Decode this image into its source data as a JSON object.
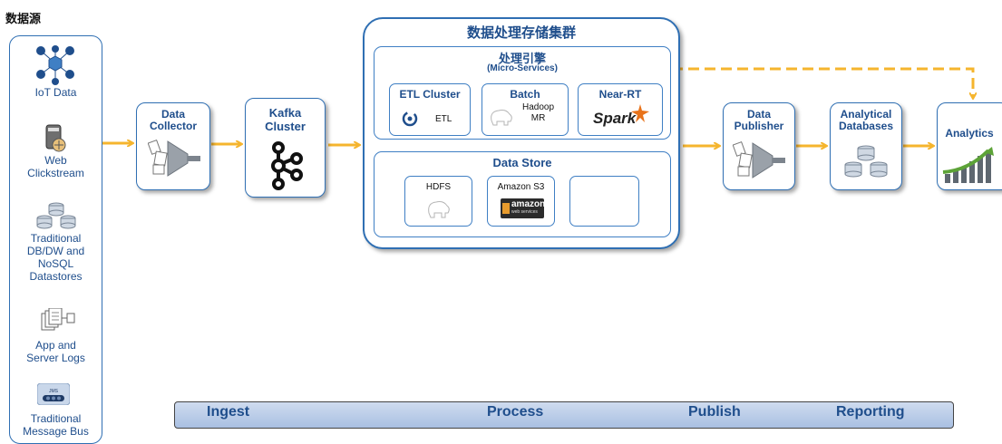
{
  "header": {
    "data_sources_title": "数据源"
  },
  "sources": [
    {
      "label": "IoT Data",
      "icon": "iot-network-icon"
    },
    {
      "label": "Web\nClickstream",
      "icon": "web-server-icon"
    },
    {
      "label": "Traditional\nDB/DW and\nNoSQL\nDatastores",
      "icon": "database-cluster-icon"
    },
    {
      "label": "App and\nServer Logs",
      "icon": "log-files-icon"
    },
    {
      "label": "Traditional\nMessage Bus",
      "icon": "jms-bus-icon",
      "badge": "JMS"
    }
  ],
  "collector": {
    "label": "Data\nCollector",
    "icon": "funnel-collector-icon"
  },
  "kafka": {
    "label": "Kafka\nCluster",
    "icon": "kafka-logo-icon"
  },
  "cluster": {
    "title": "数据处理存储集群",
    "engine_title": "处理引擎",
    "engine_subtitle": "(Micro-Services)",
    "etl": {
      "title": "ETL Cluster",
      "text": "ETL"
    },
    "batch": {
      "title": "Batch",
      "text": "Hadoop\nMR"
    },
    "nearrt": {
      "title": "Near-RT",
      "logo_text": "Spark"
    },
    "store_title": "Data Store",
    "hdfs": {
      "title": "HDFS"
    },
    "s3": {
      "title": "Amazon S3",
      "logo_text": "amazon",
      "logo_sub": "web services"
    }
  },
  "publisher": {
    "label": "Data\nPublisher",
    "icon": "funnel-publisher-icon"
  },
  "analytical_db": {
    "label": "Analytical\nDatabases",
    "icon": "database-cluster-icon"
  },
  "analytics": {
    "label": "Analytics",
    "icon": "growth-chart-icon"
  },
  "stages": [
    "Ingest",
    "Process",
    "Publish",
    "Reporting"
  ],
  "colors": {
    "arrow": "#f5b52e",
    "border": "#2f6fb3",
    "text": "#1f4e8c",
    "stage_bar": "#b8cde9"
  }
}
